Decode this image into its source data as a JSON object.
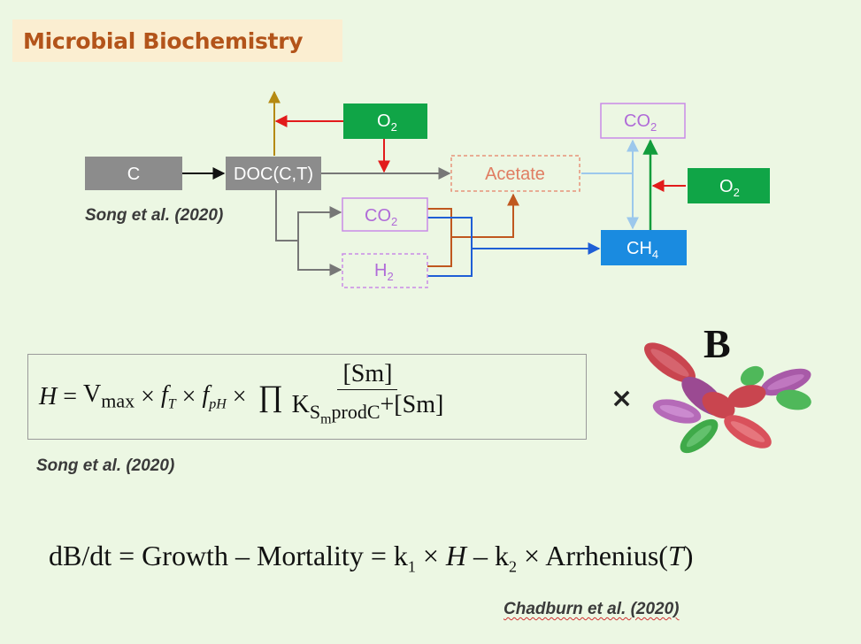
{
  "title": "Microbial Biochemistry",
  "diagram": {
    "nodes": {
      "c": "C",
      "doc": "DOC(C,T)",
      "o2_top": "O",
      "o2_top_sub": "2",
      "acetate": "Acetate",
      "co2_mid": "CO",
      "co2_mid_sub": "2",
      "h2": "H",
      "h2_sub": "2",
      "co2_top": "CO",
      "co2_top_sub": "2",
      "o2_right": "O",
      "o2_right_sub": "2",
      "ch4": "CH",
      "ch4_sub": "4"
    },
    "colors": {
      "gray_box": "#8c8c8c",
      "green_box": "#10a547",
      "blue_box": "#1a8be0",
      "violet_border": "#c98be8",
      "acetate_border": "#e7937a",
      "red_arrow": "#e21b1b",
      "orange_arrow": "#c0581f",
      "gold_arrow": "#b58a12",
      "blue_arrow": "#1f5fd6",
      "lightblue_arrow": "#9cc8ec",
      "green_arrow": "#129c3c"
    }
  },
  "citations": {
    "diagram": "Song et al. (2020)",
    "equation": "Song et al. (2020)",
    "growth": "Chadburn et al. (2020)"
  },
  "equation": {
    "lhs": "H",
    "equals": " = ",
    "vmax": "V",
    "vmax_sub": "max",
    "times1": " × ",
    "ft": "f",
    "ft_sub": "T",
    "times2": " × ",
    "fph": "f",
    "fph_sub": "pH",
    "times3": " × ",
    "prod": "∏",
    "numerator": "[S",
    "numerator_sub": "m",
    "numerator_end": "]",
    "den_k": "K",
    "den_sub": "S",
    "den_sub_sub": "m",
    "den_sub_rest": "prodC",
    "den_plus": "+[S",
    "den_plus_sub": "m",
    "den_end": "]"
  },
  "times_symbol": "×",
  "biomass_label": "B",
  "growth_equation": {
    "part1": "dB/dt = Growth – Mortality = k",
    "k1_sub": "1",
    "part2": " × ",
    "h": "H",
    "part3": " – k",
    "k2_sub": "2",
    "part4": " × Arrhenius(",
    "t": "T",
    "part5": ")"
  }
}
